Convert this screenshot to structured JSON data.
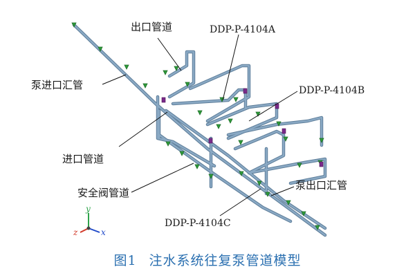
{
  "labels": {
    "outlet_pipe": "出口管道",
    "pump_a": "DDP-P-4104A",
    "pump_b": "DDP-P-4104B",
    "pump_c": "DDP-P-4104C",
    "inlet_header": "泵进口汇管",
    "inlet_pipe": "进口管道",
    "safety_valve_pipe": "安全阀管道",
    "outlet_header": "泵出口汇管"
  },
  "axes": {
    "y": "y",
    "z": "z",
    "x": "x"
  },
  "caption": {
    "number": "图1",
    "title": "注水系统往复泵管道模型"
  },
  "colors": {
    "pipe": "#8aa9c4",
    "pipe_edge": "#5d7d99",
    "support": "#2e9a3a",
    "valve": "#7a2a8a",
    "leader": "#111111",
    "caption": "#2a6fb0",
    "axis_x": "#1f49c9",
    "axis_y": "#2ea34a",
    "axis_z": "#d23a2a"
  }
}
